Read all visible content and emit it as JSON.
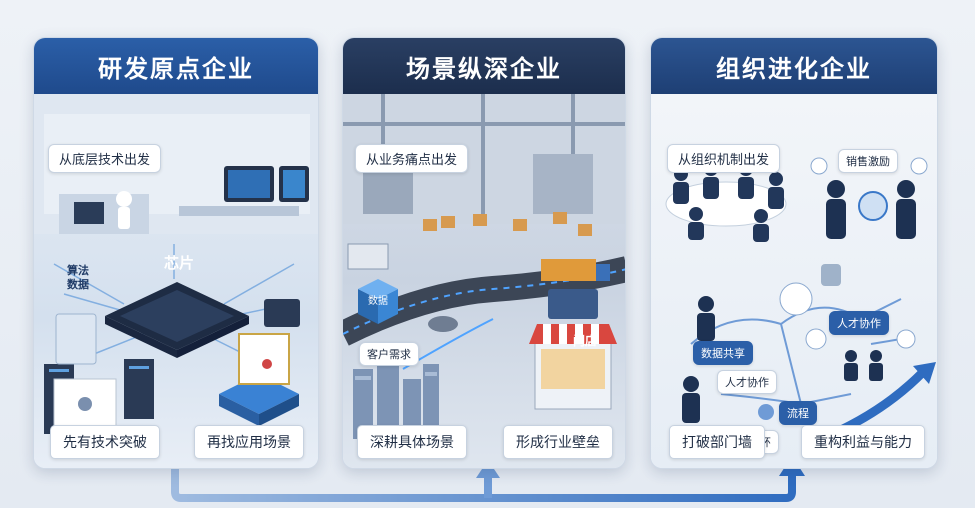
{
  "columns": [
    {
      "title": "研发原点企业",
      "tag": "从底层技术出发",
      "chip_label": "芯片",
      "side_label_1": "算法",
      "side_label_2": "数据",
      "bottom_left": "先有技术突破",
      "bottom_right": "再找应用场景"
    },
    {
      "title": "场景纵深企业",
      "tag": "从业务痛点出发",
      "store_sign": "门店",
      "hub_label": "数据",
      "customer_label": "客户需求",
      "bottom_left": "深耕具体场景",
      "bottom_right": "形成行业壁垒"
    },
    {
      "title": "组织进化企业",
      "tag": "从组织机制出发",
      "sales_label": "销售激励",
      "data_share": "数据共享",
      "talent_1": "人才协作",
      "talent_2": "人才协作",
      "process": "流程",
      "circulate": "流环",
      "bottom_left": "打破部门墙",
      "bottom_right": "重构利益与能力"
    }
  ],
  "colors": {
    "accent_blue": "#2b5fa8",
    "dark_navy": "#1c2e4d",
    "arrow_blue": "#3a78c8"
  }
}
